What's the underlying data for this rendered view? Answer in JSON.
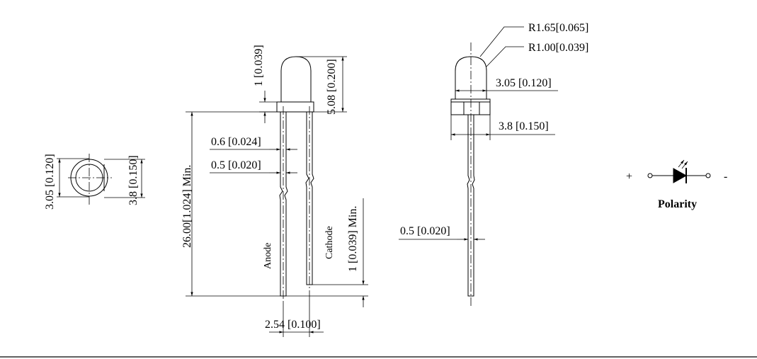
{
  "top_view": {
    "dim_dome": "3.05 [0.120]",
    "dim_flange": "3.8 [0.150]"
  },
  "side_view": {
    "dim_flange_thick": "1 [0.039]",
    "dim_body_height": "5.08 [0.200]",
    "dim_lead_width_a": "0.6 [0.024]",
    "dim_lead_width_b": "0.5 [0.020]",
    "dim_lead_length": "26.00[1.024] Min.",
    "dim_cathode_diff": "1 [0.039] Min.",
    "dim_pitch": "2.54 [0.100]",
    "label_anode": "Anode",
    "label_cathode": "Cathode"
  },
  "front_view": {
    "dim_radius_outer": "R1.65[0.065]",
    "dim_radius_inner": "R1.00[0.039]",
    "dim_dome_width": "3.05 [0.120]",
    "dim_flange_width": "3.8 [0.150]",
    "dim_lead_thick": "0.5 [0.020]"
  },
  "polarity": {
    "plus": "+",
    "minus": "-",
    "label": "Polarity"
  }
}
